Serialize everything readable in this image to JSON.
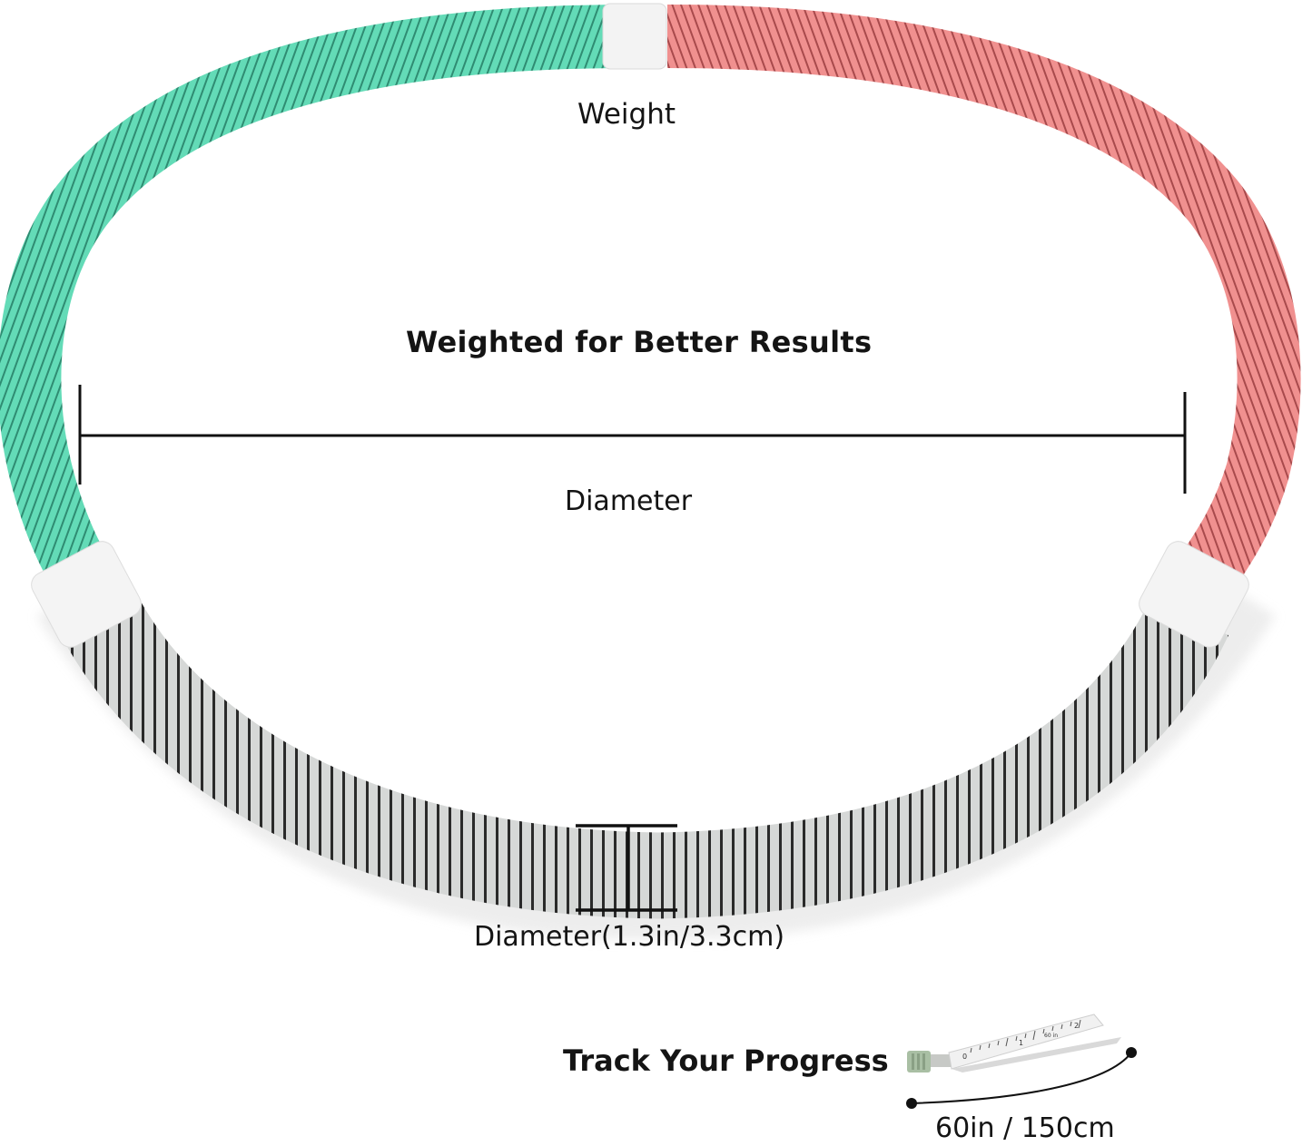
{
  "labels": {
    "weight": "Weight",
    "headline": "Weighted for Better Results",
    "hoop_diameter": "Diameter",
    "tube_diameter": "Diameter(1.3in/3.3cm)",
    "track_progress": "Track Your Progress",
    "tape_length": "60in / 150cm"
  },
  "tape_measure": {
    "tick_labels": [
      "0",
      "1",
      "2"
    ],
    "unit_mark": "60 in"
  },
  "colors": {
    "teal_segment": "#5fd9b4",
    "pink_segment": "#ef8a8a",
    "gray_segment": "#d2d4d3",
    "connector": "#f2f2f2",
    "annotation_line": "#111111"
  }
}
